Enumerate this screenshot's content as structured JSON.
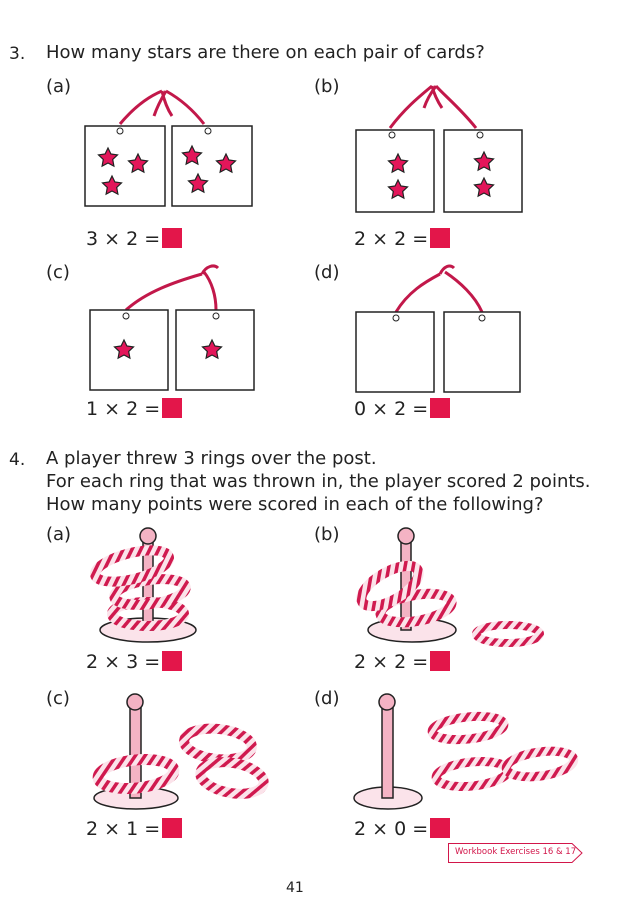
{
  "q3": {
    "number": "3.",
    "text": "How many stars are there on each pair of cards?",
    "parts": [
      {
        "label": "(a)",
        "equation": "3 × 2 =",
        "stars_per_card": 3
      },
      {
        "label": "(b)",
        "equation": "2 × 2 =",
        "stars_per_card": 2
      },
      {
        "label": "(c)",
        "equation": "1 × 2 =",
        "stars_per_card": 1
      },
      {
        "label": "(d)",
        "equation": "0 × 2 =",
        "stars_per_card": 0
      }
    ]
  },
  "q4": {
    "number": "4.",
    "lines": [
      "A player threw 3 rings over the post.",
      "For each ring that was thrown in, the player scored 2 points.",
      "How many points were scored in each of the following?"
    ],
    "parts": [
      {
        "label": "(a)",
        "equation": "2 × 3 =",
        "rings_on_post": 3
      },
      {
        "label": "(b)",
        "equation": "2 × 2 =",
        "rings_on_post": 2
      },
      {
        "label": "(c)",
        "equation": "2 × 1 =",
        "rings_on_post": 1
      },
      {
        "label": "(d)",
        "equation": "2 × 0 =",
        "rings_on_post": 0
      }
    ]
  },
  "workbook_ref": "Workbook Exercises 16 & 17",
  "page_number": "41",
  "colors": {
    "answer_box": "#e3164a",
    "star": "#e3165a",
    "ring_stripe": "#d01a4f"
  }
}
